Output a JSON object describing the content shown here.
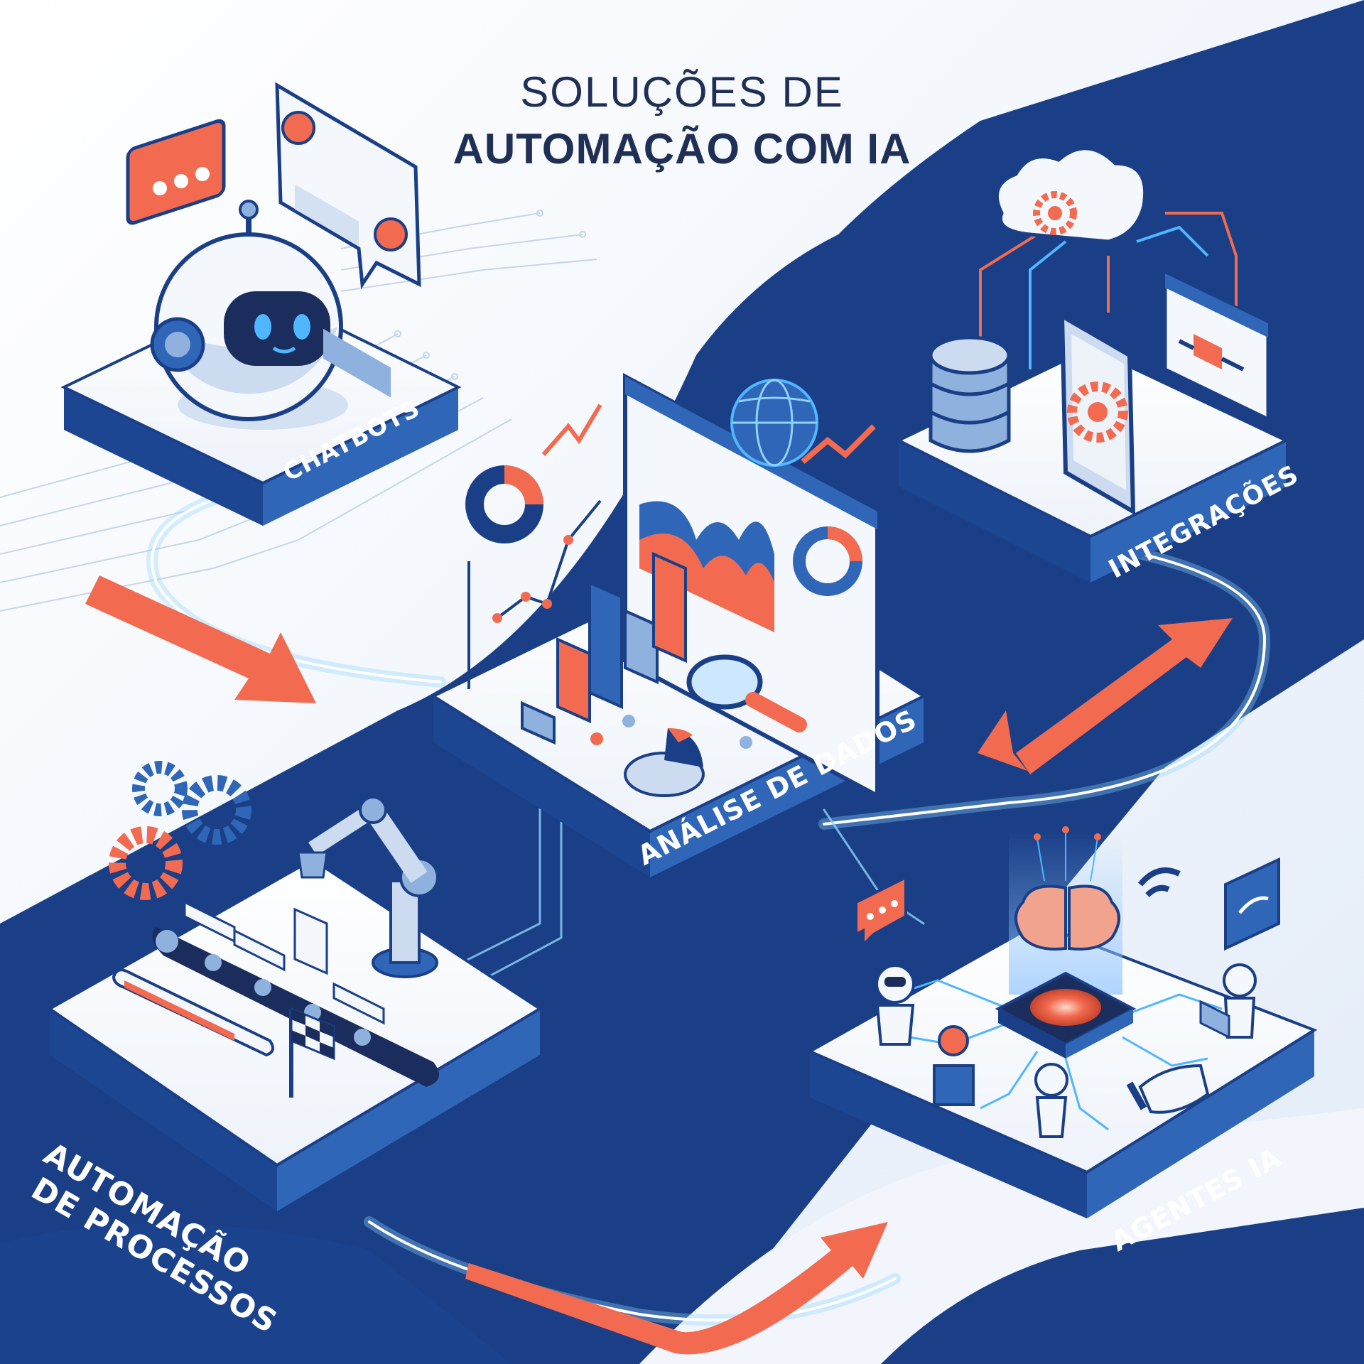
{
  "title": {
    "line1": "SOLUÇÕES DE",
    "line2": "AUTOMAÇÃO COM IA"
  },
  "platforms": {
    "chatbots": "CHATBOTS",
    "analise": "ANÁLISE DE DADOS",
    "integracoes": "INTEGRAÇÕES",
    "automacao_line1": "AUTOMAÇÃO",
    "automacao_line2": "DE PROCESSOS",
    "agentes": "AGENTES IA"
  },
  "colors": {
    "navy": "#1a3f87",
    "blue": "#2f66b8",
    "light_blue": "#cfdef2",
    "coral": "#f26b50",
    "bg": "#eef4fb",
    "title": "#1f2f56"
  },
  "icons": [
    "robot-chatbot-icon",
    "chat-bubble-icon",
    "chat-window-icon",
    "cloud-gear-icon",
    "database-icon",
    "smartphone-gear-icon",
    "browser-plug-icon",
    "dashboard-window-icon",
    "bar-chart-icon",
    "line-chart-icon",
    "donut-chart-icon",
    "magnifier-icon",
    "pie-chart-icon",
    "globe-icon",
    "gear-icon",
    "robot-arm-icon",
    "conveyor-belt-icon",
    "progress-bar-icon",
    "finish-flag-icon",
    "brain-icon",
    "chip-icon",
    "robot-agent-icon",
    "lightbulb-icon",
    "handshake-icon",
    "wifi-icon"
  ]
}
